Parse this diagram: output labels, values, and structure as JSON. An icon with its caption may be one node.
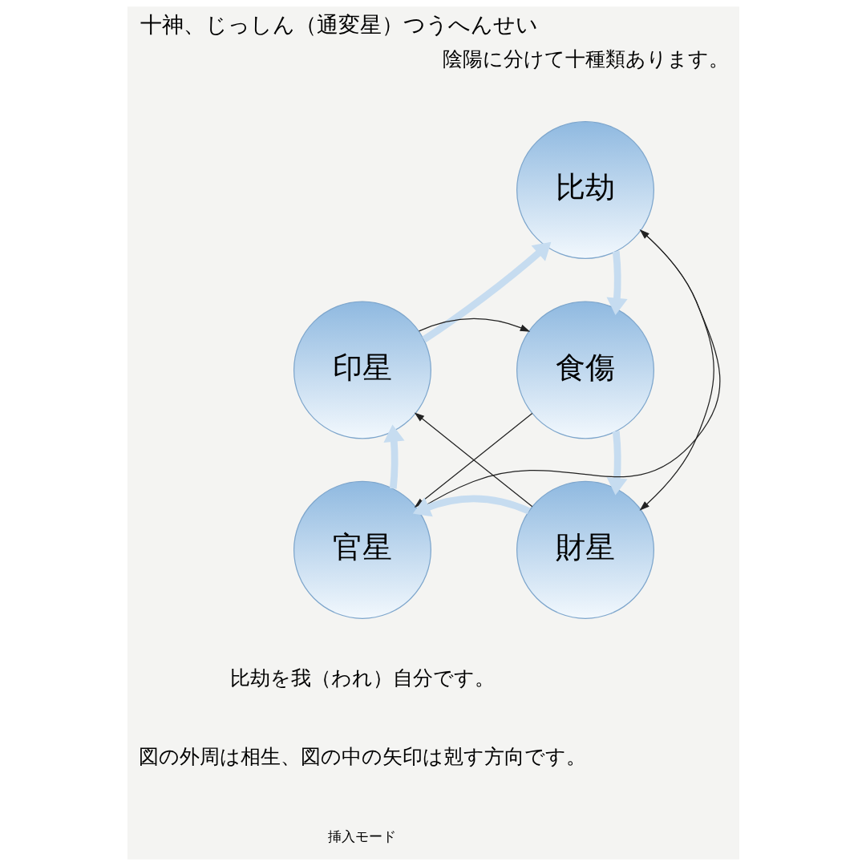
{
  "diagram": {
    "title": "十神、じっしん（通変星）つうへんせい",
    "nodes": [
      {
        "text": [
          "比劫"
        ]
      },
      {
        "text": [
          "印星"
        ]
      },
      {
        "text": [
          "食傷"
        ]
      },
      {
        "text": [
          "官星"
        ]
      },
      {
        "text": [
          "財星"
        ]
      }
    ],
    "edges": [
      {
        "from": 0,
        "to": 2,
        "arrow": "to",
        "style": "thick",
        "color": "#c6dcf0"
      },
      {
        "from": 2,
        "to": 4,
        "arrow": "to",
        "style": "thick",
        "color": "#c6dcf0"
      },
      {
        "from": 4,
        "to": 3,
        "arrow": "to",
        "style": "thick",
        "color": "#c6dcf0"
      },
      {
        "from": 3,
        "to": 1,
        "arrow": "to",
        "style": "thick",
        "color": "#c6dcf0"
      },
      {
        "from": 1,
        "to": 0,
        "arrow": "to",
        "style": "thick",
        "color": "#c6dcf0"
      },
      {
        "from": 0,
        "to": 4,
        "arrow": "to",
        "color": "#222222"
      },
      {
        "from": 4,
        "to": 1,
        "arrow": "to",
        "color": "#222222"
      },
      {
        "from": 1,
        "to": 2,
        "arrow": "to",
        "color": "#222222"
      },
      {
        "from": 2,
        "to": 3,
        "arrow": "to",
        "color": "#222222"
      },
      {
        "from": 3,
        "to": 0,
        "arrow": "to",
        "color": "#222222"
      }
    ],
    "labels": [
      "陰陽に分けて十種類あります。",
      "比劫を我（われ）自分です。",
      "図の外周は相生、図の中の矢印は剋す方向です。",
      "挿入モード"
    ]
  }
}
